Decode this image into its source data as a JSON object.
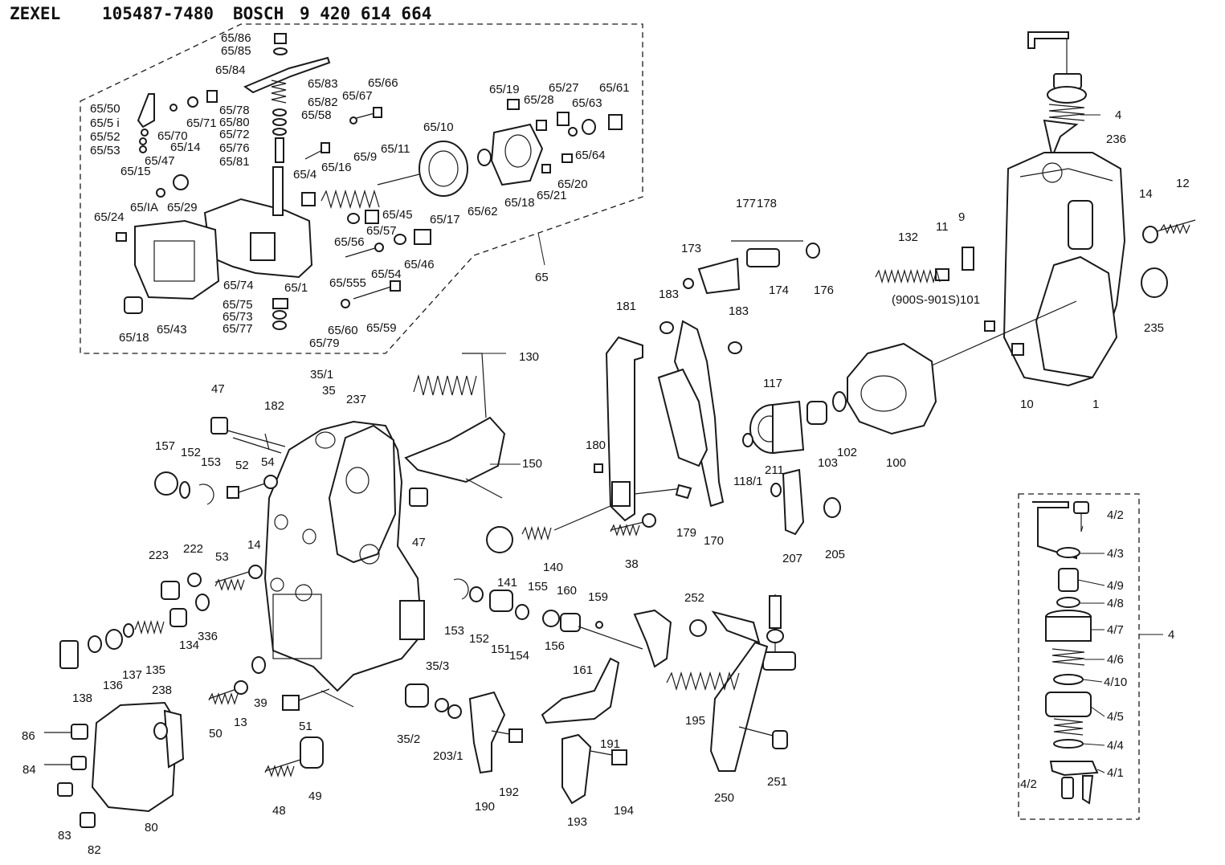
{
  "header": {
    "maker": "ZEXEL",
    "part_number": "105487-7480",
    "brand": "BOSCH",
    "brand_number": "9 420 614 664"
  },
  "colors": {
    "ink": "#1a1a1a",
    "paper": "#ffffff"
  },
  "labels": {
    "l_65_86": "65/86",
    "l_65_85": "65/85",
    "l_65_84": "65/84",
    "l_65_83": "65/83",
    "l_65_82": "65/82",
    "l_65_66": "65/66",
    "l_65_50": "65/50",
    "l_65_51": "65/5 i",
    "l_65_52": "65/52",
    "l_65_53": "65/53",
    "l_65_78": "65/78",
    "l_65_80": "65/80",
    "l_65_72": "65/72",
    "l_65_76": "65/76",
    "l_65_81": "65/81",
    "l_65_67": "65/67",
    "l_65_58": "65/58",
    "l_65_70": "65/70",
    "l_65_71": "65/71",
    "l_65_14": "65/14",
    "l_65_47": "65/47",
    "l_65_15": "65/15",
    "l_65_24": "65/24",
    "l_65_1A": "65/IA",
    "l_65_29": "65/29",
    "l_65_18a": "65/18",
    "l_65_43": "65/43",
    "l_65_74": "65/74",
    "l_65_1": "65/1",
    "l_65_75": "65/75",
    "l_65_73": "65/73",
    "l_65_77": "65/77",
    "l_65_79": "65/79",
    "l_65_4": "65/4",
    "l_65_16": "65/16",
    "l_65_9": "65/9",
    "l_65_11": "65/11",
    "l_65_10": "65/10",
    "l_65_45": "65/45",
    "l_65_56": "65/56",
    "l_65_57": "65/57",
    "l_65_46": "65/46",
    "l_65_54": "65/54",
    "l_65_55": "65/555",
    "l_65_60": "65/60",
    "l_65_59": "65/59",
    "l_65_17": "65/17",
    "l_65_62": "65/62",
    "l_65_18b": "65/18",
    "l_65_21": "65/21",
    "l_65_20": "65/20",
    "l_65_64": "65/64",
    "l_65_19": "65/19",
    "l_65_28": "65/28",
    "l_65_27": "65/27",
    "l_65_63": "65/63",
    "l_65_61": "65/61",
    "l_65": "65",
    "l_4a": "4",
    "l_236": "236",
    "l_14a": "14",
    "l_12": "12",
    "l_132": "132",
    "l_11": "11",
    "l_9": "9",
    "l_900s": "(900S-901S)101",
    "l_235": "235",
    "l_10": "10",
    "l_1": "1",
    "l_177": "177",
    "l_178": "178",
    "l_173": "173",
    "l_174": "174",
    "l_176": "176",
    "l_183a": "183",
    "l_183b": "183",
    "l_181": "181",
    "l_117": "117",
    "l_100": "100",
    "l_102": "102",
    "l_103": "103",
    "l_118_1": "118/1",
    "l_211": "211",
    "l_180": "180",
    "l_179": "179",
    "l_170": "170",
    "l_207": "207",
    "l_205": "205",
    "l_130": "130",
    "l_150": "150",
    "l_140": "140",
    "l_38": "38",
    "l_141": "141",
    "l_155": "155",
    "l_160": "160",
    "l_159": "159",
    "l_153b": "153",
    "l_152b": "152",
    "l_151": "151",
    "l_154": "154",
    "l_156": "156",
    "l_161": "161",
    "l_252": "252",
    "l_195": "195",
    "l_191": "191",
    "l_251": "251",
    "l_250": "250",
    "l_193": "193",
    "l_194": "194",
    "l_190": "190",
    "l_192": "192",
    "l_203_1": "203/1",
    "l_35_2": "35/2",
    "l_35_3": "35/3",
    "l_35_1": "35/1",
    "l_35": "35",
    "l_237": "237",
    "l_47a": "47",
    "l_182": "182",
    "l_157": "157",
    "l_152a": "152",
    "l_153a": "153",
    "l_52": "52",
    "l_54": "54",
    "l_47b": "47",
    "l_223": "223",
    "l_222": "222",
    "l_53": "53",
    "l_14b": "14",
    "l_134": "134",
    "l_336": "336",
    "l_138": "138",
    "l_136": "136",
    "l_137": "137",
    "l_135": "135",
    "l_39": "39",
    "l_13": "13",
    "l_50": "50",
    "l_51": "51",
    "l_238": "238",
    "l_86": "86",
    "l_84": "84",
    "l_83": "83",
    "l_82": "82",
    "l_80": "80",
    "l_48": "48",
    "l_49": "49",
    "l_4_2a": "4/2",
    "l_4_3": "4/3",
    "l_4_9": "4/9",
    "l_4_8": "4/8",
    "l_4_7": "4/7",
    "l_4_6": "4/6",
    "l_4_10": "4/10",
    "l_4_5": "4/5",
    "l_4_4": "4/4",
    "l_4_1": "4/1",
    "l_4_2b": "4/2",
    "l_4b": "4"
  }
}
